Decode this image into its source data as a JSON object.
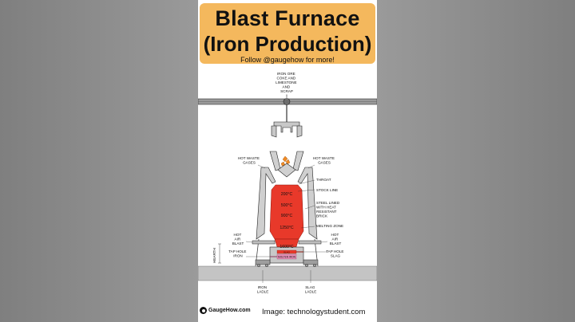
{
  "header": {
    "title_line1": "Blast Furnace",
    "title_line2": "(Iron Production)",
    "follow": "Follow @gaugehow for more!"
  },
  "diagram": {
    "feed_label": [
      "IRON ORE",
      "COKE AND",
      "LIMESTONE",
      "AND",
      "SCRAP"
    ],
    "hot_waste_gases_left": [
      "HOT WASTE",
      "GASES"
    ],
    "hot_waste_gases_right": [
      "HOT WASTE",
      "GASES"
    ],
    "throat": "THROAT",
    "stock_line": "STOCK LINE",
    "steel_lined": [
      "STEEL LINED",
      "WITH HEAT",
      "RESISTANT",
      "BRICK"
    ],
    "melting_zone": "MELTING ZONE",
    "hot_air_blast_left": [
      "HOT",
      "AIR",
      "BLAST"
    ],
    "hot_air_blast_right": [
      "HOT",
      "AIR",
      "BLAST"
    ],
    "tap_hole_iron": [
      "TAP HOLE",
      "IRON"
    ],
    "tap_hole_slag": [
      "TAP HOLE",
      "SLAG"
    ],
    "hearth": "HEARTH",
    "iron_ladle": [
      "IRON",
      "LADLE"
    ],
    "slag_ladle": [
      "SLAG",
      "LADLE"
    ],
    "molten_iron": "MOLTEN IRON",
    "slag": "SLAG",
    "temperatures": [
      "200°C",
      "500°C",
      "900°C",
      "1250°C",
      "1600°C"
    ]
  },
  "footer": {
    "brand": "GaugeHow.com",
    "credit": "Image: technologystudent.com"
  },
  "colors": {
    "title_bg": "#f4b85d",
    "furnace_red": "#e8392a",
    "hearth_pink": "#e58fb5",
    "side_bg": "#8c8c8c"
  }
}
